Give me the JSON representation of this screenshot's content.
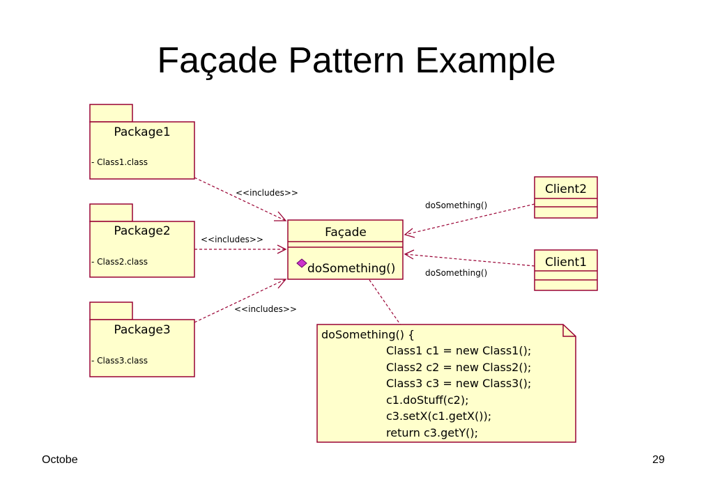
{
  "slide": {
    "title": "Façade Pattern Example",
    "footer_left": "October",
    "page_number": "29"
  },
  "diagram": {
    "packages": [
      {
        "name": "Package1",
        "member": "- Class1.class"
      },
      {
        "name": "Package2",
        "member": "- Class2.class"
      },
      {
        "name": "Package3",
        "member": "- Class3.class"
      }
    ],
    "facade": {
      "name": "Façade",
      "operation": "doSomething()"
    },
    "clients": [
      {
        "name": "Client2"
      },
      {
        "name": "Client1"
      }
    ],
    "stereotype": "<<includes>>",
    "call_label": "doSomething()",
    "note_lines": [
      "doSomething() {",
      "Class1 c1 = new Class1();",
      "Class2 c2 = new Class2();",
      "Class3 c3 = new Class3();",
      "c1.doStuff(c2);",
      "c3.setX(c1.getX());",
      "return c3.getY();"
    ]
  },
  "colors": {
    "box_fill": "#ffffcc",
    "border": "#990033",
    "operation_icon": "#cc33cc"
  }
}
